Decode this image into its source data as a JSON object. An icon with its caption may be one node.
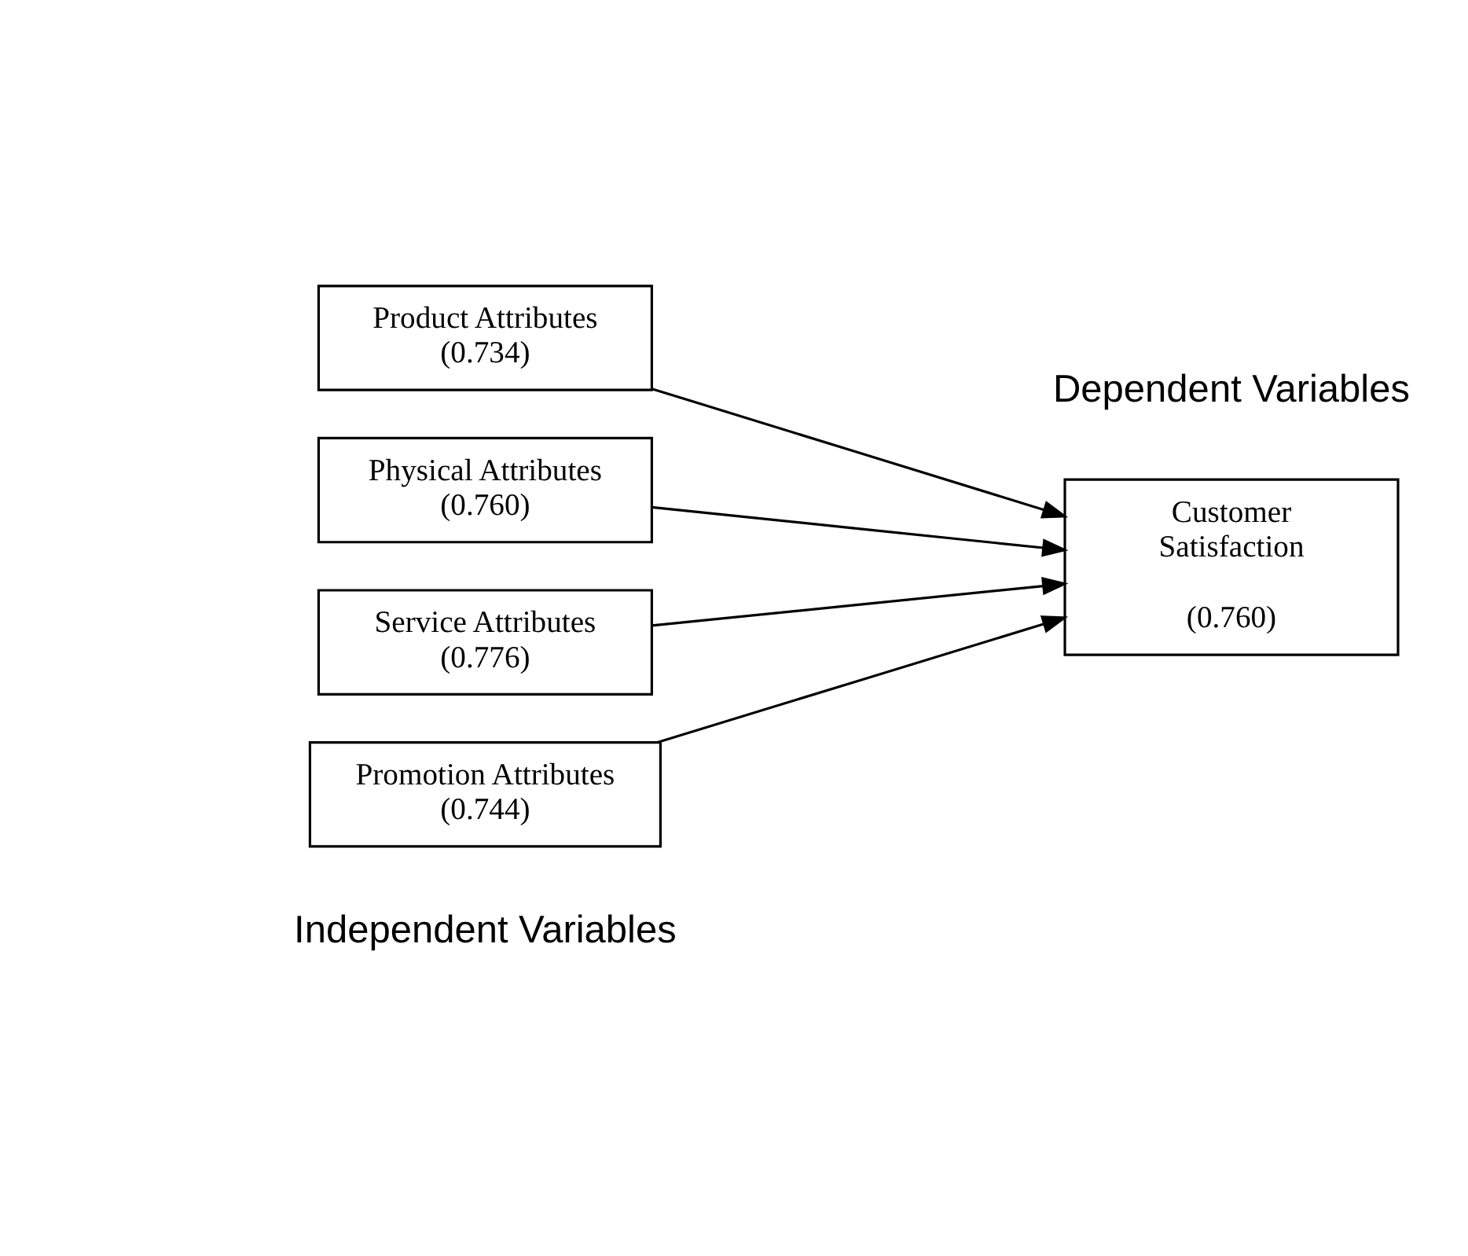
{
  "diagram": {
    "nodes": [
      {
        "text": [
          "Product Attributes",
          "(0.734)"
        ]
      },
      {
        "text": [
          "Physical Attributes",
          "(0.760)"
        ]
      },
      {
        "text": [
          "Service Attributes",
          "(0.776)"
        ]
      },
      {
        "text": [
          "Promotion Attributes",
          "(0.744)"
        ]
      },
      {
        "text": [
          "Customer Satisfaction",
          "(0.760)"
        ]
      }
    ],
    "edges": [
      {
        "from": 0,
        "to": 4,
        "arrow": "to"
      },
      {
        "from": 1,
        "to": 4,
        "arrow": "to"
      },
      {
        "from": 2,
        "to": 4,
        "arrow": "to"
      },
      {
        "from": 3,
        "to": 4,
        "arrow": "to"
      }
    ],
    "labels": [
      "Independent Variables",
      "Dependent Variables"
    ]
  }
}
